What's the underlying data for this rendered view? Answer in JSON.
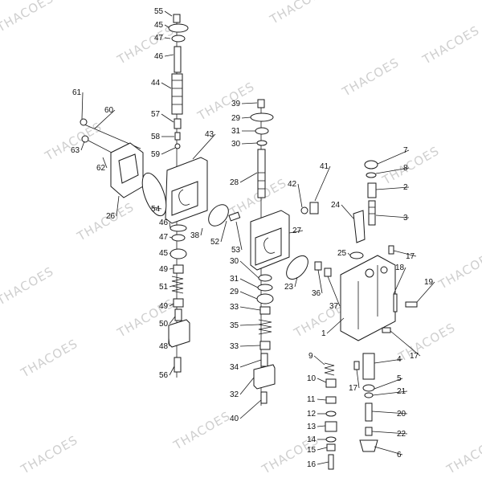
{
  "watermark": "THACOES",
  "callouts": [
    {
      "id": "55",
      "label": "55"
    },
    {
      "id": "45a",
      "label": "45"
    },
    {
      "id": "47a",
      "label": "47"
    },
    {
      "id": "46a",
      "label": "46"
    },
    {
      "id": "44",
      "label": "44"
    },
    {
      "id": "57",
      "label": "57"
    },
    {
      "id": "58",
      "label": "58"
    },
    {
      "id": "59",
      "label": "59"
    },
    {
      "id": "43",
      "label": "43"
    },
    {
      "id": "61",
      "label": "61"
    },
    {
      "id": "60",
      "label": "60"
    },
    {
      "id": "63",
      "label": "63"
    },
    {
      "id": "62",
      "label": "62"
    },
    {
      "id": "26",
      "label": "26"
    },
    {
      "id": "54",
      "label": "54"
    },
    {
      "id": "46b",
      "label": "46"
    },
    {
      "id": "47b",
      "label": "47"
    },
    {
      "id": "45b",
      "label": "45"
    },
    {
      "id": "49a",
      "label": "49"
    },
    {
      "id": "51",
      "label": "51"
    },
    {
      "id": "49b",
      "label": "49"
    },
    {
      "id": "50",
      "label": "50"
    },
    {
      "id": "48",
      "label": "48"
    },
    {
      "id": "56",
      "label": "56"
    },
    {
      "id": "38",
      "label": "38"
    },
    {
      "id": "52",
      "label": "52"
    },
    {
      "id": "53",
      "label": "53"
    },
    {
      "id": "39",
      "label": "39"
    },
    {
      "id": "29a",
      "label": "29"
    },
    {
      "id": "31a",
      "label": "31"
    },
    {
      "id": "30a",
      "label": "30"
    },
    {
      "id": "28",
      "label": "28"
    },
    {
      "id": "42",
      "label": "42"
    },
    {
      "id": "41",
      "label": "41"
    },
    {
      "id": "27",
      "label": "27"
    },
    {
      "id": "30b",
      "label": "30"
    },
    {
      "id": "31b",
      "label": "31"
    },
    {
      "id": "29b",
      "label": "29"
    },
    {
      "id": "33a",
      "label": "33"
    },
    {
      "id": "35",
      "label": "35"
    },
    {
      "id": "33b",
      "label": "33"
    },
    {
      "id": "34",
      "label": "34"
    },
    {
      "id": "32",
      "label": "32"
    },
    {
      "id": "40",
      "label": "40"
    },
    {
      "id": "23",
      "label": "23"
    },
    {
      "id": "36",
      "label": "36"
    },
    {
      "id": "37",
      "label": "37"
    },
    {
      "id": "7",
      "label": "7"
    },
    {
      "id": "8",
      "label": "8"
    },
    {
      "id": "2",
      "label": "2"
    },
    {
      "id": "3",
      "label": "3"
    },
    {
      "id": "24",
      "label": "24"
    },
    {
      "id": "25",
      "label": "25"
    },
    {
      "id": "17a",
      "label": "17"
    },
    {
      "id": "18",
      "label": "18"
    },
    {
      "id": "19",
      "label": "19"
    },
    {
      "id": "1",
      "label": "1"
    },
    {
      "id": "17b",
      "label": "17"
    },
    {
      "id": "9",
      "label": "9"
    },
    {
      "id": "4",
      "label": "4"
    },
    {
      "id": "10",
      "label": "10"
    },
    {
      "id": "17c",
      "label": "17"
    },
    {
      "id": "5",
      "label": "5"
    },
    {
      "id": "21",
      "label": "21"
    },
    {
      "id": "11",
      "label": "11"
    },
    {
      "id": "12",
      "label": "12"
    },
    {
      "id": "20",
      "label": "20"
    },
    {
      "id": "13",
      "label": "13"
    },
    {
      "id": "22",
      "label": "22"
    },
    {
      "id": "14",
      "label": "14"
    },
    {
      "id": "6",
      "label": "6"
    },
    {
      "id": "15",
      "label": "15"
    },
    {
      "id": "16",
      "label": "16"
    }
  ]
}
